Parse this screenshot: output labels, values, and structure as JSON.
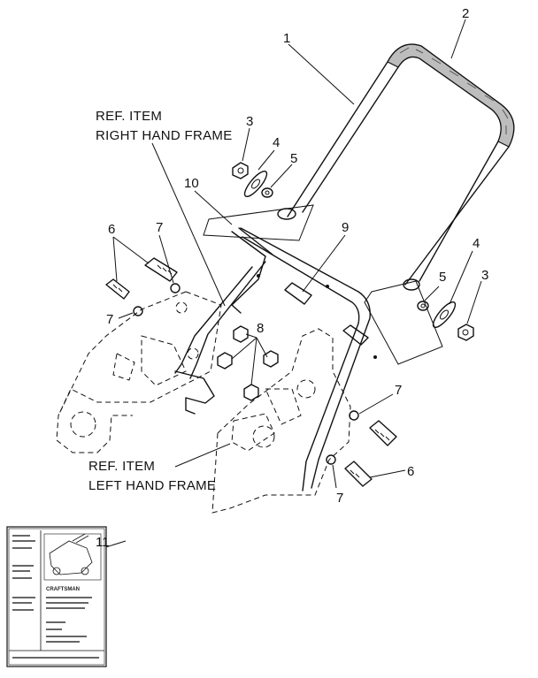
{
  "labels": {
    "ref_right_line1": "REF. ITEM",
    "ref_right_line2": "RIGHT HAND FRAME",
    "ref_left_line1": "REF. ITEM",
    "ref_left_line2": "LEFT HAND FRAME"
  },
  "callouts": {
    "c1": "1",
    "c2": "2",
    "c3a": "3",
    "c3b": "3",
    "c4a": "4",
    "c4b": "4",
    "c5a": "5",
    "c5b": "5",
    "c6a": "6",
    "c6b": "6",
    "c7a": "7",
    "c7b": "7",
    "c7c": "7",
    "c7d": "7",
    "c8": "8",
    "c9": "9",
    "c10": "10",
    "c11": "11"
  },
  "manual": {
    "brand": "CRAFTSMAN"
  }
}
